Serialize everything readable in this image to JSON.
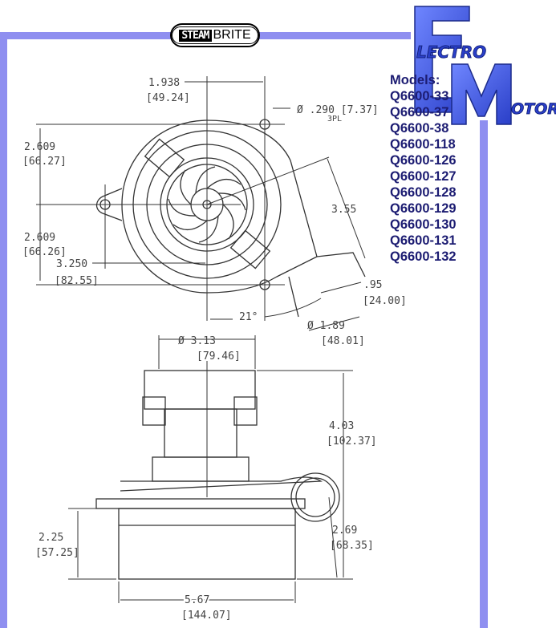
{
  "brand_logo": {
    "steam": "STEAM",
    "brite": "BRITE"
  },
  "electro_motor_logo": {
    "e": "E",
    "lectro": "LECTRO",
    "m": "M",
    "otor": "OTOR"
  },
  "models": {
    "heading": "Models:",
    "items": [
      "Q6600-33",
      "Q6600-37",
      "Q6600-38",
      "Q6600-118",
      "Q6600-126",
      "Q6600-127",
      "Q6600-128",
      "Q6600-129",
      "Q6600-130",
      "Q6600-131",
      "Q6600-132"
    ]
  },
  "colors": {
    "frame": "#8f8ff0",
    "logo_blue": "#3a4fd8",
    "models_text": "#1c1c72"
  },
  "top_view": {
    "dim_1938": "1.938",
    "dim_1938_mm": "[49.24]",
    "hole": "Ø .290 [7.37]",
    "hole_qty": "3PL",
    "dim_2609_a": "2.609",
    "dim_2609_a_mm": "[66.27]",
    "dim_2609_b": "2.609",
    "dim_2609_b_mm": "[66.26]",
    "dim_3250": "3.250",
    "dim_3250_mm": "[82.55]",
    "dim_355": "3.55",
    "dim_95": ".95",
    "dim_95_mm": "[24.00]",
    "angle": "21°",
    "dim_189": "Ø 1.89",
    "dim_189_mm": "[48.01]"
  },
  "side_view": {
    "dim_313": "Ø 3.13",
    "dim_313_mm": "[79.46]",
    "dim_403": "4.03",
    "dim_403_mm": "[102.37]",
    "dim_225": "2.25",
    "dim_225_mm": "[57.25]",
    "dim_269": "2.69",
    "dim_269_mm": "[68.35]",
    "dim_567": "5.67",
    "dim_567_mm": "[144.07]"
  }
}
